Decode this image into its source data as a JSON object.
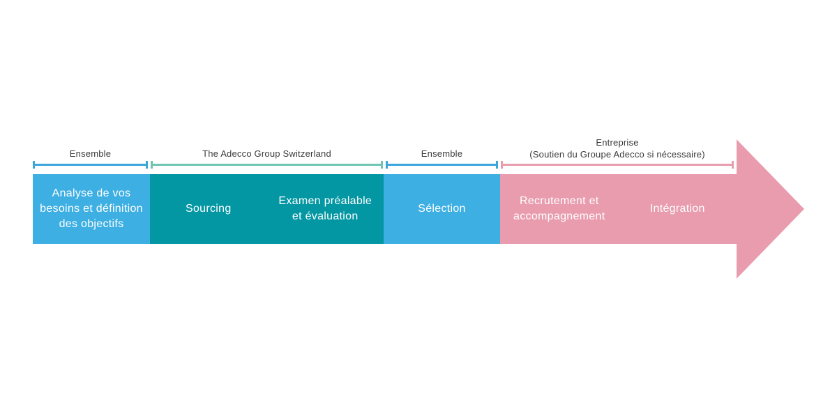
{
  "colors": {
    "light_blue": "#3DAFE3",
    "teal": "#0396A3",
    "pink": "#E89CAE",
    "bracket_blue": "#3BA6DB",
    "bracket_green": "#6FC5B2",
    "bracket_pink": "#E89CAE",
    "label_text": "#3A3A3A",
    "bar_text": "#FFFFFF"
  },
  "brackets": [
    {
      "name": "ensemble-1",
      "label": "Ensemble"
    },
    {
      "name": "adecco-group",
      "label": "The Adecco Group Switzerland"
    },
    {
      "name": "ensemble-2",
      "label": "Ensemble"
    },
    {
      "name": "entreprise",
      "label": "Entreprise",
      "sublabel": "(Soutien du Groupe Adecco si nécessaire)"
    }
  ],
  "phases": [
    {
      "name": "analyse",
      "line1": "Analyse de vos",
      "line2": "besoins et définition",
      "line3": "des objectifs"
    },
    {
      "name": "sourcing",
      "label": "Sourcing"
    },
    {
      "name": "examen",
      "line1": "Examen préalable",
      "line2": "et évaluation"
    },
    {
      "name": "selection",
      "label": "Sélection"
    },
    {
      "name": "recrutement",
      "line1": "Recrutement et",
      "line2": "accompagnement"
    },
    {
      "name": "integration",
      "label": "Intégration"
    }
  ]
}
